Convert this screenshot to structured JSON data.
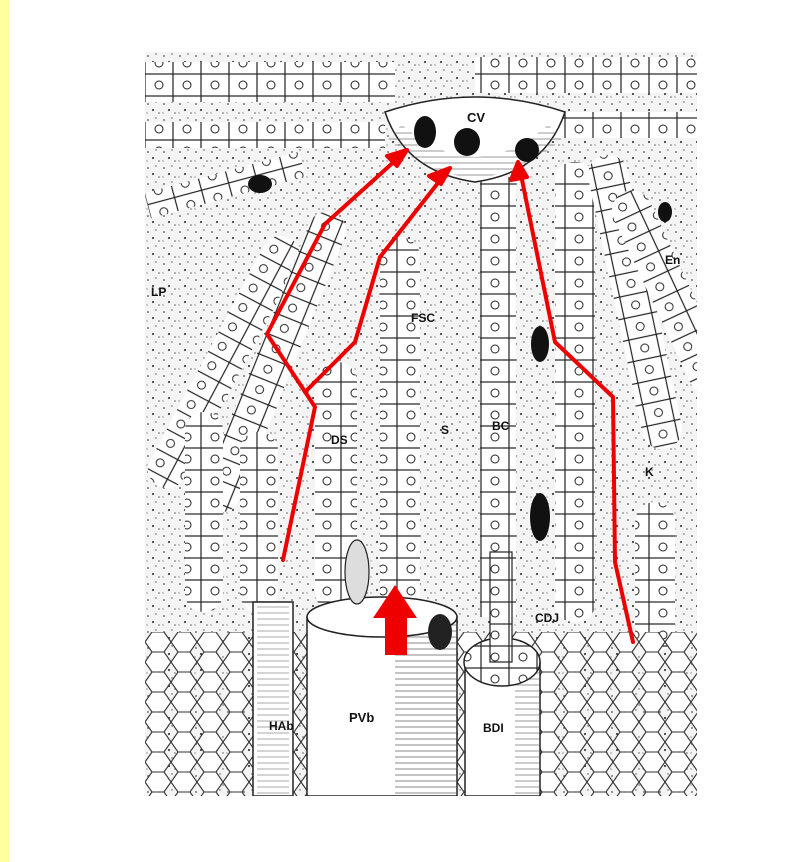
{
  "figure": {
    "labels": {
      "cv": "CV",
      "lp": "LP",
      "fsc": "FSC",
      "en": "En",
      "ds": "DS",
      "s": "S",
      "bc": "BC",
      "k": "K",
      "cdj": "CDJ",
      "hab": "HAb",
      "pvb": "PVb",
      "bdi": "BDI"
    },
    "colors": {
      "left_strip": "#ffffa0",
      "flow_arrows": "#ee0000",
      "ink": "#111111",
      "cell_fill": "#ffffff",
      "sinusoid_fill": "#f3f3f3"
    }
  }
}
